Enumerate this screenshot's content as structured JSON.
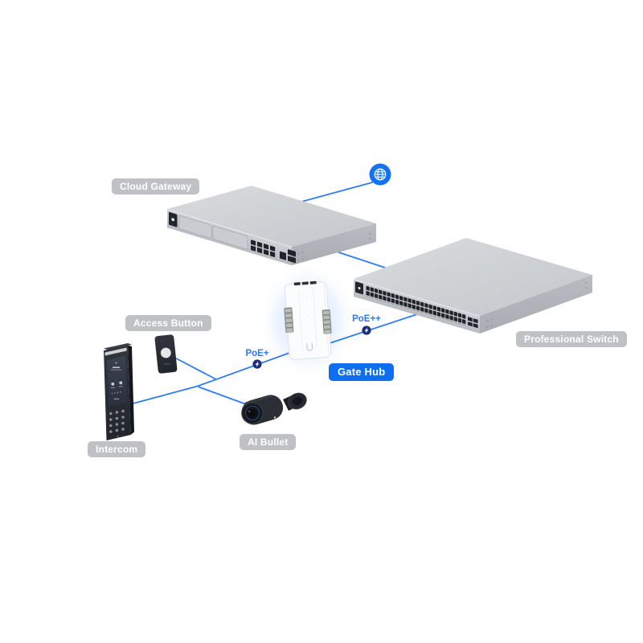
{
  "nodes": [
    {
      "id": "internet",
      "icon": "globe"
    },
    {
      "id": "cloud-gateway",
      "label": "Cloud Gateway",
      "badge_style": "gray"
    },
    {
      "id": "professional-switch",
      "label": "Professional Switch",
      "badge_style": "gray"
    },
    {
      "id": "gate-hub",
      "label": "Gate Hub",
      "badge_style": "blue"
    },
    {
      "id": "access-button",
      "label": "Access Button",
      "badge_style": "gray"
    },
    {
      "id": "intercom",
      "label": "Intercom",
      "badge_style": "gray"
    },
    {
      "id": "ai-bullet",
      "label": "AI Bullet",
      "badge_style": "gray"
    }
  ],
  "links": [
    {
      "from": "internet",
      "to": "cloud-gateway"
    },
    {
      "from": "cloud-gateway",
      "to": "professional-switch"
    },
    {
      "from": "professional-switch",
      "to": "gate-hub",
      "poe": "PoE++"
    },
    {
      "from": "gate-hub",
      "to": "access-button",
      "poe": "PoE+"
    },
    {
      "from": "gate-hub",
      "to": "intercom"
    },
    {
      "from": "gate-hub",
      "to": "ai-bullet"
    }
  ],
  "colors": {
    "connection_line": "#2f7cf5",
    "poe_badge": "#1d2e7c",
    "poe_text": "#2f78f0",
    "globe_icon_bg": "#1573f2",
    "label_gray_bg": "#c0c1c4",
    "label_blue_bg": "#0d6ef2",
    "label_text": "#ffffff"
  }
}
